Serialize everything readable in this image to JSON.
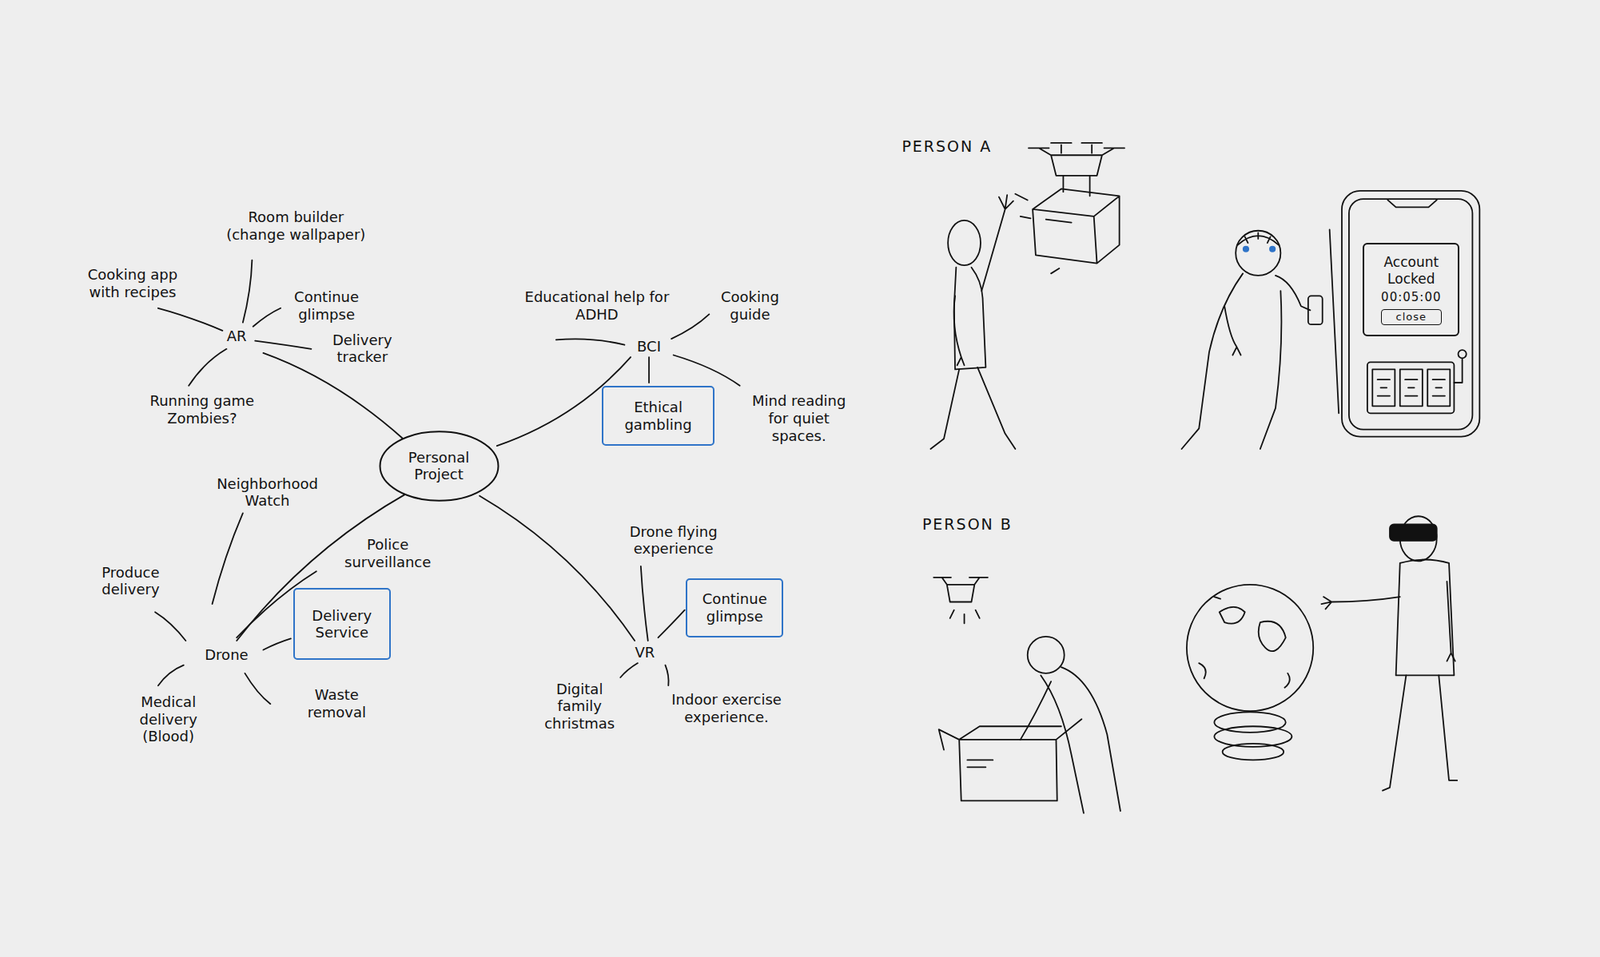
{
  "diagram": {
    "nodes": [
      {
        "text": [
          "Personal Project"
        ]
      },
      {
        "text": [
          "Ethical gambling"
        ]
      },
      {
        "text": [
          "Delivery Service"
        ]
      },
      {
        "text": [
          "Continue glimpse"
        ]
      },
      {
        "text": [
          "Account Locked",
          "00:05:00"
        ]
      },
      {
        "text": [
          "close"
        ],
        "in": 4
      }
    ],
    "labels": [
      "Room builder (change wallpaper)",
      "Cooking app with recipes",
      "Continue glimpse",
      "Delivery tracker",
      "AR",
      "Running game Zombies?",
      "Educational help for ADHD",
      "Cooking guide",
      "BCI",
      "Mind reading for quiet spaces.",
      "Neighborhood Watch",
      "Police surveillance",
      "Produce delivery",
      "Drone",
      "Medical delivery (Blood)",
      "Waste removal",
      "Drone flying experience",
      "VR",
      "Digital family christmas",
      "Indoor exercise experience.",
      "PERSON A",
      "PERSON B"
    ]
  }
}
